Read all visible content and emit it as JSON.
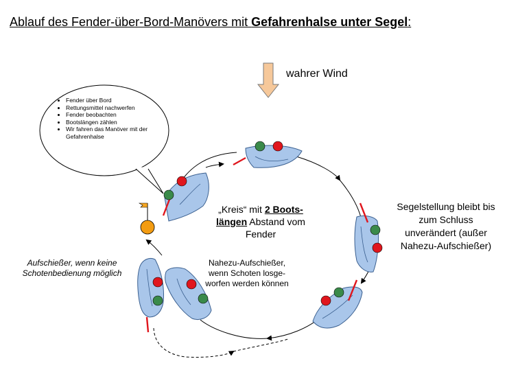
{
  "title": {
    "prefix": "Ablauf des Fender-über-Bord-Manövers mit ",
    "bold": "Gefahrenhalse unter Segel",
    "suffix": ":"
  },
  "wind": {
    "label": "wahrer Wind"
  },
  "bubble": {
    "items": [
      "Fender über Bord",
      "Rettungsmittel nachwerfen",
      "Fender beobachten",
      "Bootslängen zählen",
      "Wir fahren das Manöver mit der Gefahrenhalse"
    ]
  },
  "center": {
    "part1": "„Kreis“ mit ",
    "bold": "2 Boots-längen",
    "part2": " Abstand vom Fender"
  },
  "right_note": "Segelstellung bleibt bis zum Schluss unverändert (außer Nahezu-Aufschießer)",
  "mid_note": "Nahezu-Aufschießer, wenn Schoten losge-worfen werden können",
  "left_note": "Aufschießer, wenn keine Schotenbedienung möglich",
  "colors": {
    "boat_fill": "#a9c6ea",
    "boat_stroke": "#3a5f8f",
    "green_marker": "#3a8a4a",
    "red_marker": "#e0161d",
    "sail": "#e0161d",
    "wind_arrow": "#f6c89a",
    "fender": "#f39c12"
  }
}
